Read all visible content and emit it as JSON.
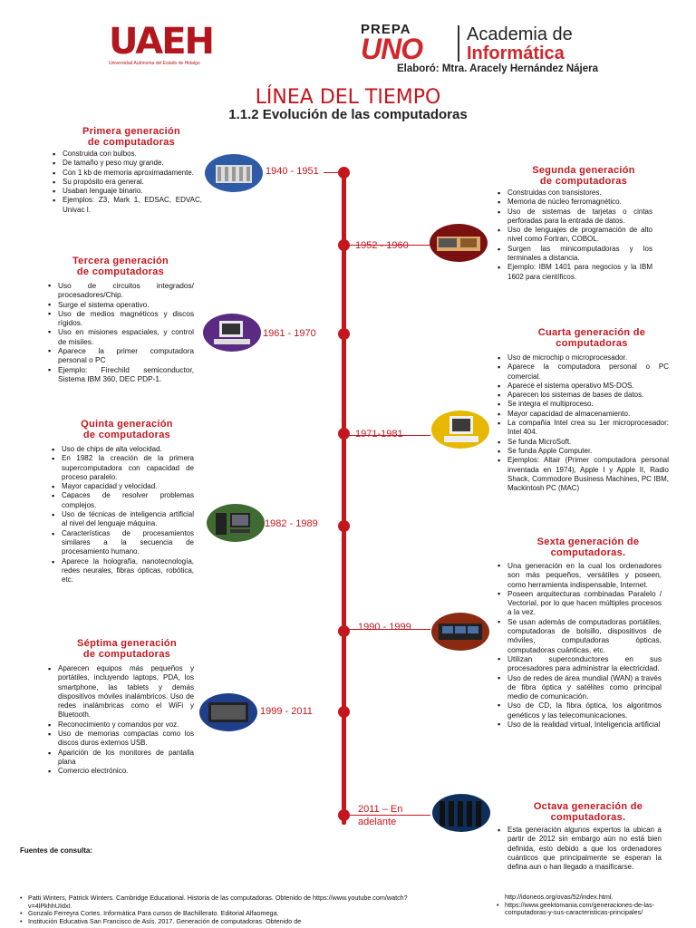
{
  "header": {
    "uaeh_logo": "UAEH",
    "uaeh_sub": "Universidad Autónoma del Estado de Hidalgo",
    "prepa_top": "PREPA",
    "prepa_uno": "UNO",
    "academia": "Academia de",
    "informatica": "Informática",
    "elaboro": "Elaboró: Mtra. Aracely Hernández Nájera"
  },
  "title": "LÍNEA DEL TIEMPO",
  "subtitle": "1.1.2 Evolución de las computadoras",
  "colors": {
    "accent": "#c5161d",
    "text": "#111111"
  },
  "dates": [
    "1940 - 1951",
    "1952 - 1960",
    "1961 - 1970",
    "1971-1981",
    "1982 - 1989",
    "1990 - 1999",
    "1999 - 2011",
    "2011 – En",
    "adelante"
  ],
  "sections": [
    {
      "title_1": "Primera generación",
      "title_2": "de computadoras",
      "items": [
        "Construida con bulbos.",
        "De tamaño y peso muy grande.",
        "Con 1 kb de memoria aproximadamente.",
        "Su propósito era general.",
        "Usaban lenguaje binario.",
        "Ejemplos: Z3, Mark 1, EDSAC, EDVAC, Univac I."
      ]
    },
    {
      "title_1": "Segunda generación",
      "title_2": "de computadoras",
      "items": [
        "Construidas con transistores.",
        "Memoria de núcleo ferromagnético.",
        "Uso de sistemas de tarjetas o cintas perforadas para la entrada de datos.",
        "Uso de lenguajes de programación de alto nivel como Fortran, COBOL.",
        "Surgen las minicomputadoras y los terminales a distancia.",
        "Ejemplo: IBM 1401 para negocios y la IBM 1602 para científicos."
      ]
    },
    {
      "title_1": "Tercera generación",
      "title_2": "de computadoras",
      "items": [
        "Uso de circuitos integrados/ procesadores/Chip.",
        "Surge el sistema operativo.",
        "Uso de medios magnéticos y discos rígidos.",
        "Uso en misiones espaciales, y control de misiles.",
        "Aparece la primer computadora personal o PC",
        "Ejemplo: Firechild semiconductor, Sistema IBM 360, DEC PDP-1."
      ]
    },
    {
      "title_1": "Cuarta generación de",
      "title_2": "computadoras",
      "items": [
        "Uso de microchip o microprocesador.",
        "Aparece la computadora personal o PC comercial.",
        "Aparece el sistema operativo MS-DOS.",
        "Aparecen los sistemas de bases de datos.",
        "Se integra el multiproceso.",
        "Mayor capacidad de almacenamiento.",
        "La compañía Intel crea su 1er microprocesador: Intel 404.",
        "Se funda MicroSoft.",
        "Se funda Apple Computer.",
        "Ejemplos: Altair (Primer computadora personal inventada en 1974), Apple I y Apple II, Radio Shack, Commodore Business Machines, PC IBM, Mackintosh PC (MAC)"
      ]
    },
    {
      "title_1": "Quinta generación",
      "title_2": "de computadoras",
      "items": [
        "Uso de chips de alta velocidad.",
        "En 1982 la creación de la primera supercomputadora con capacidad de proceso paralelo.",
        "Mayor capacidad y velocidad.",
        "Capaces de resolver problemas complejos.",
        "Uso de técnicas de inteligencia artificial al nivel del lenguaje máquina.",
        "Características de procesamientos similares a la secuencia de procesamiento humano.",
        "Aparece la holografía, nanotecnología, redes neurales, fibras ópticas, robótica, etc."
      ]
    },
    {
      "title_1": "Sexta generación de",
      "title_2": "computadoras.",
      "items": [
        "Una generación en la cual los ordenadores son más pequeños, versátiles y poseen, como herramienta indispensable, Internet.",
        "Poseen arquitecturas combinadas Paralelo / Vectorial, por lo que hacen múltiples procesos a la vez.",
        "Se usan además de computadoras portátiles, computadoras de bolsillo, dispositivos de móviles, computadoras ópticas, computadoras cuánticas, etc.",
        "Utilizan superconductores en sus procesadores para administrar la electricidad.",
        "Uso de redes de área mundial (WAN) a través de fibra óptica y satélites como principal medio de comunicación.",
        "Uso de CD, la fibra óptica, los algoritmos genéticos y las telecomunicaciones.",
        "Uso de la realidad virtual, Inteligencia artificial"
      ]
    },
    {
      "title_1": "Séptima generación",
      "title_2": "de computadoras",
      "items": [
        "Aparecen equipos más pequeños y portátiles, incluyendo laptops, PDA, los smartphone, las tablets y demás dispositivos móviles inalámbricos. Uso de redes inalámbricas como el WiFi y Bluetooth.",
        "Reconocimiento y comandos por voz.",
        "Uso de memorias compactas como los discos duros externos USB.",
        "Aparición de los monitores de pantalla plana",
        "Comercio electrónico."
      ]
    },
    {
      "title_1": "Octava generación de",
      "title_2": "computadoras.",
      "items": [
        "Esta generación algunos expertos la ubican a partir de 2012 sin embargo aún no está bien definida, esto debido a que los ordenadores cuánticos que principalmente se esperan la defina aun o han llegado a masificarse."
      ]
    }
  ],
  "references": {
    "title": "Fuentes de consulta:",
    "left": [
      "Patti Winters, Patrick Winters. Cambridge Educational. Historia de las computadoras. Obtenido de https://www.youtube.com/watch?v=4lPkhhUIdxI.",
      "Gonzalo Ferreyra Cortes. Informática Para cursos de Bachillerato. Editorial Alfaomega.",
      "Institución Educativa San Francisco de Asís. 2017. Generación de computadoras. Obtenido de"
    ],
    "right_plain": "http://idoneos.org/ovas/52/index.html.",
    "right": [
      "https://www.geektomania.com/generaciones-de-las-computadoras-y-sus-caracteristicas-principales/"
    ]
  }
}
